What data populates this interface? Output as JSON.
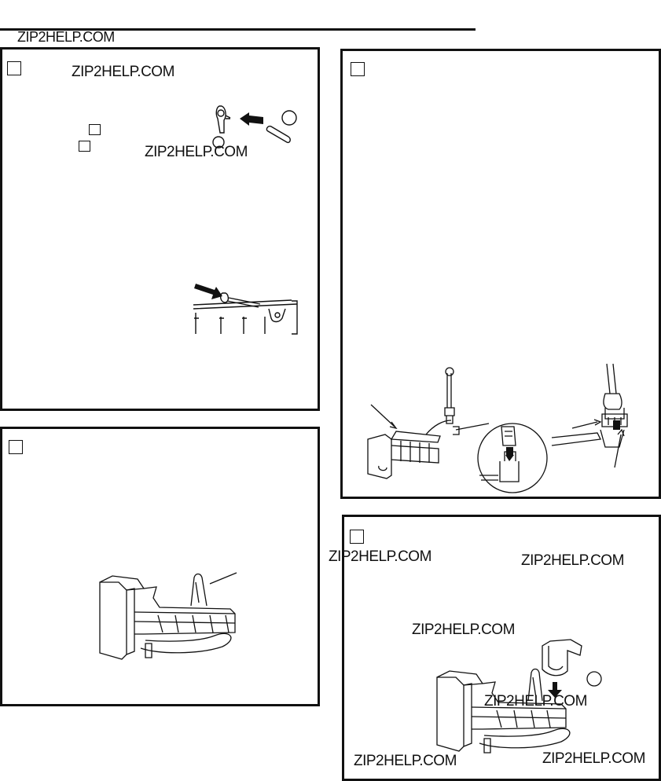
{
  "watermark": "ZIP2HELP.COM",
  "watermarks": [
    "ZIP2HELP.COM",
    "ZIP2HELP.COM",
    "ZIP2HELP.COM",
    "ZIP2HELP.COM",
    "ZIP2HELP.COM",
    "ZIP2HELP.COM",
    "ZIP2HELP.COM",
    "ZIP2HELP.COM",
    "ZIP2HELP.COM"
  ],
  "panels": [
    {
      "id": "top-left",
      "illustrations": [
        "shutoff-arm-pin",
        "arm-on-icemaker-edge"
      ]
    },
    {
      "id": "right",
      "illustrations": [
        "icemaker-water-connection",
        "fill-tube-connector"
      ]
    },
    {
      "id": "bottom-left",
      "illustrations": [
        "icemaker-assembly"
      ]
    },
    {
      "id": "bottom-right",
      "illustrations": [
        "icemaker-with-fill-cup"
      ]
    }
  ]
}
